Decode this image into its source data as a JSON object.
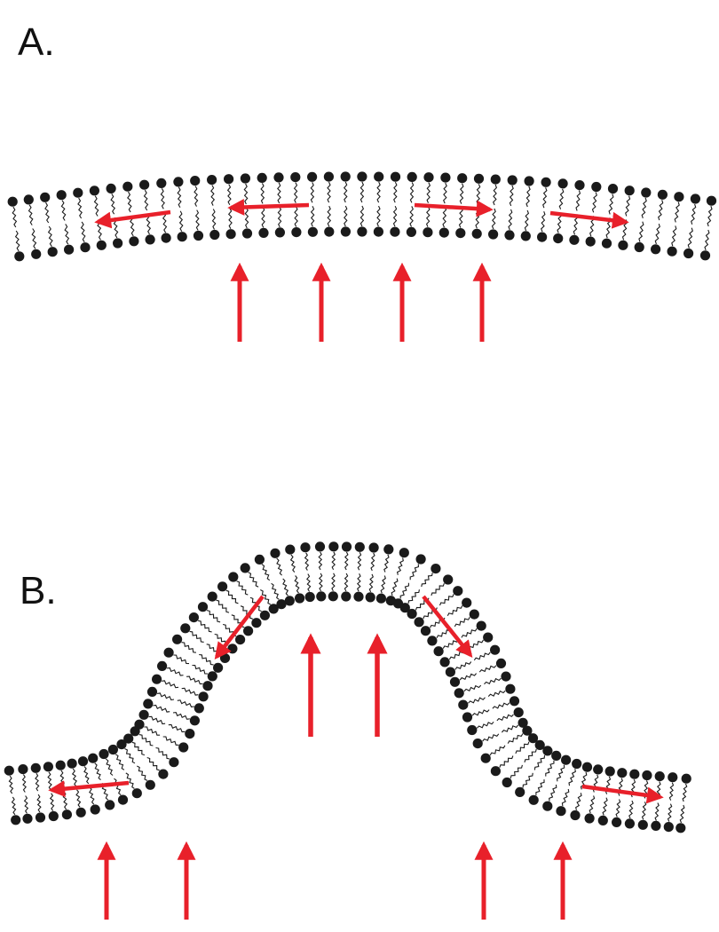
{
  "panels": [
    {
      "id": "A",
      "label": "A."
    },
    {
      "id": "B",
      "label": "B."
    }
  ],
  "colors": {
    "lipid_head": "#1a1a1a",
    "lipid_tail": "#1a1a1a",
    "arrow": "#e8202a",
    "background": "#ffffff"
  }
}
